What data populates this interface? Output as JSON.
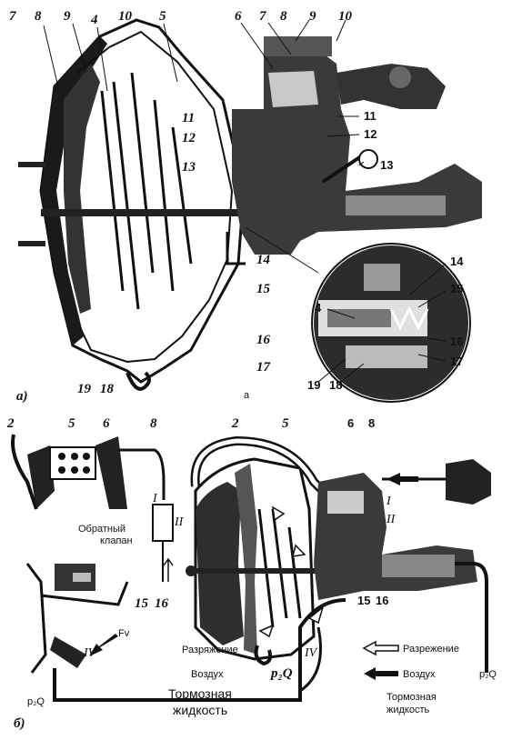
{
  "top": {
    "sub_label": "а)",
    "inset_sub": "а",
    "callouts_left": [
      "7",
      "8",
      "9",
      "4",
      "10",
      "5",
      "6",
      "7",
      "8",
      "9",
      "10"
    ],
    "callouts_right": [
      "11",
      "12",
      "13",
      "14",
      "15",
      "16",
      "17",
      "18",
      "19"
    ],
    "italic_mid": [
      "11",
      "12",
      "13",
      "14",
      "15",
      "16",
      "17"
    ],
    "bottom_italic": [
      "19",
      "18"
    ],
    "inset_callouts": [
      "14",
      "15",
      "4",
      "16",
      "17",
      "19",
      "18"
    ]
  },
  "bottom": {
    "sub_label": "б)",
    "left_numbers": [
      "2",
      "5",
      "6",
      "8"
    ],
    "valve_label_line1": "Обратный",
    "valve_label_line2": "клапан",
    "roman": [
      "I",
      "II",
      "IV"
    ],
    "pedal_numbers": [
      "15",
      "16"
    ],
    "force_label": "Fv",
    "pressure_label": "p₂Q",
    "main_numbers": [
      "2",
      "5",
      "6",
      "8"
    ],
    "main_roman": [
      "I",
      "II",
      "IV"
    ],
    "main_bottom_numbers": [
      "15",
      "16"
    ],
    "vacuum_label": "Разряжение",
    "air_label": "Воздух",
    "p2q_label": "p₂Q",
    "brake_fluid_line1": "Тормозная",
    "brake_fluid_line2": "жидкость",
    "legend_vacuum": "Разрежение",
    "legend_air": "Воздух",
    "legend_p2q": "p₂Q",
    "legend_fluid_line1": "Тормозная",
    "legend_fluid_line2": "жидкость"
  }
}
